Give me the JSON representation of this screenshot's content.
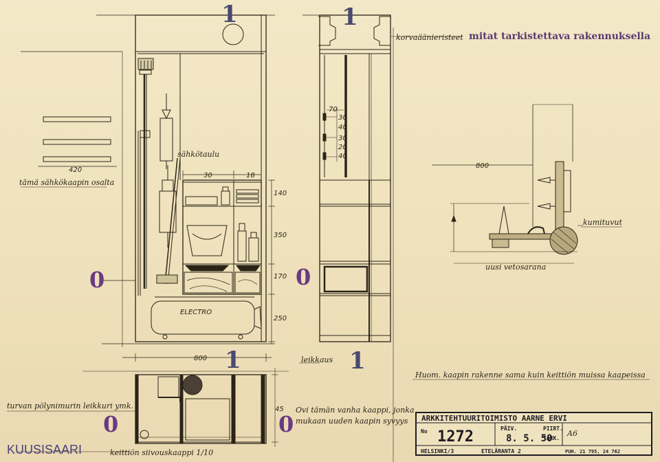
{
  "drawing": {
    "section_marks": {
      "one": "1",
      "zero": "0"
    },
    "stamp_note": "mitat tarkistettava rakennuksella",
    "labels": {
      "korvaaniset": "korvaäänieristeet",
      "sahkotaulu": "sähkötaulu",
      "tama_sahkokaapin_osalta": "tämä sähkökaapin osalta",
      "leikkaus": "leikkaus",
      "kumituvut": "kumituvut",
      "uusi_vetosarana": "uusi vetosarana",
      "huom": "Huom. kaapin rakenne sama kuin keittiön muissa kaapeissa",
      "turvan": "turvan pölynimurin leikkuri ymk.",
      "ovi_note_1": "Ovi tämän vanha kaappi, jonka",
      "ovi_note_2": "mukaan uuden kaapin syvyys",
      "project": "KUUSISAARI",
      "subtitle": "keittiön siivouskaappi 1/10",
      "electro": "ELECTRO"
    },
    "dimensions": {
      "d420": "420",
      "d30": "30",
      "d18": "18",
      "d140": "140",
      "d350": "350",
      "d170": "170",
      "d250": "250",
      "d800_bottom": "800",
      "d800_right": "800",
      "d45": "45",
      "small_70": "70",
      "small_30a": "30",
      "small_40": "40",
      "small_30b": "30",
      "small_20": "20",
      "small_40b": "40"
    },
    "colors": {
      "ink": "#2a2418",
      "stamp": "#5a3a72",
      "paper": "#efe3bf"
    }
  },
  "title_block": {
    "office": "ARKKITEHTUURITOIMISTO AARNE ERVI",
    "no_label": "No",
    "number": "1272",
    "date_label": "PÄIV.",
    "date": "8. 5. 50",
    "drawn_label": "PIIRT.",
    "checked_label": "TARK.",
    "drawn_by": "A6",
    "city": "HELSINKI/3",
    "street": "ETELÄRANTA 2",
    "phone": "PUH. 21 795, 24 762"
  }
}
